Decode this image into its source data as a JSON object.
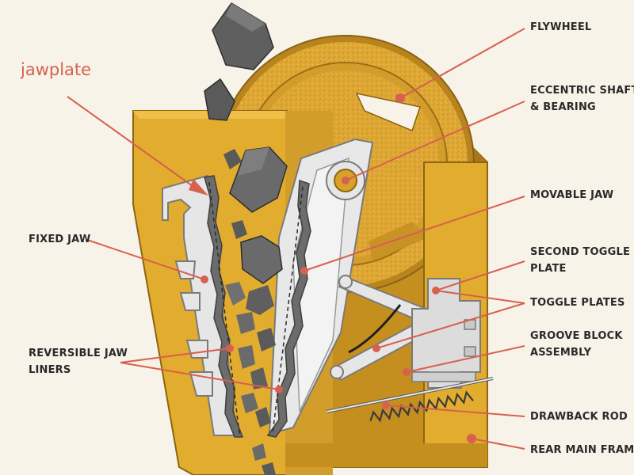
{
  "annotation": {
    "text": "jawplate",
    "color": "#d8604f"
  },
  "labels": {
    "flywheel": [
      "FLYWHEEL"
    ],
    "eccentric_shaft": [
      "ECCENTRIC SHAFT",
      "& BEARING"
    ],
    "movable_jaw": [
      "MOVABLE JAW"
    ],
    "second_toggle_plate": [
      "SECOND TOGGLE",
      "PLATE"
    ],
    "toggle_plates": [
      "TOGGLE PLATES"
    ],
    "groove_block": [
      "GROOVE BLOCK",
      "ASSEMBLY"
    ],
    "drawback_rod": [
      "DRAWBACK ROD"
    ],
    "rear_main_frame": [
      "REAR MAIN FRAME"
    ],
    "fixed_jaw": [
      "FIXED JAW"
    ],
    "reversible_jaw_liners": [
      "REVERSIBLE JAW",
      "LINERS"
    ]
  },
  "colors": {
    "background": "#f7f3e9",
    "frame": "#e2ac2e",
    "frame_dark": "#c48f1f",
    "frame_shade": "#b98417",
    "part_light": "#e6e6e6",
    "part_mid": "#bdbdbd",
    "rock": "#6c6c6c",
    "leader": "#d8604f"
  }
}
